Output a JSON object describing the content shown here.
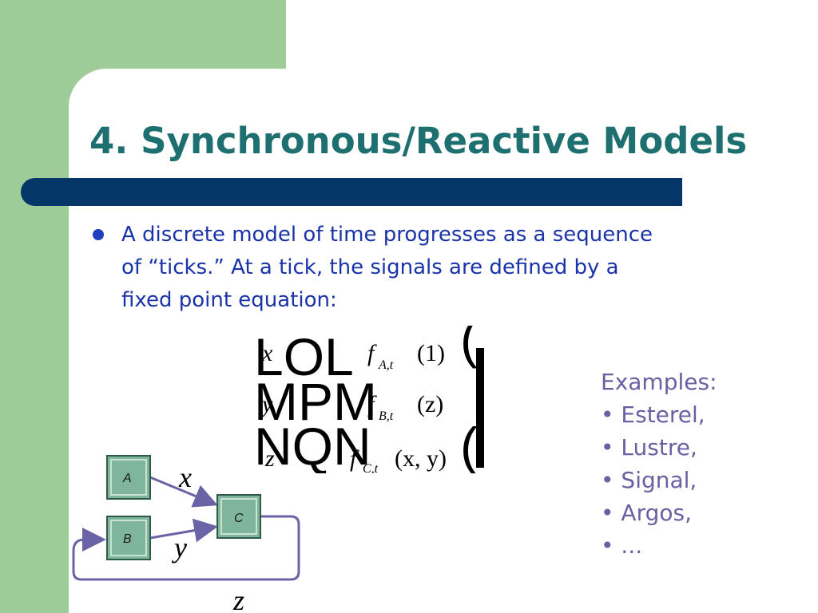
{
  "title": "4. Synchronous/Reactive Models",
  "bullet": "A discrete model of time progresses as a sequence of “ticks.” At a tick, the signals are defined by a fixed point equation:",
  "examples": {
    "heading": "Examples:",
    "items": [
      "Esterel,",
      "Lustre,",
      "Signal,",
      "Argos,",
      "..."
    ]
  },
  "equation": {
    "lines": [
      {
        "lhs": "x",
        "fn": "f",
        "sub": "A,t",
        "arg": "(1)"
      },
      {
        "lhs": "y",
        "fn": "f",
        "sub": "B,t",
        "arg": "(z)"
      },
      {
        "lhs": "z",
        "fn": "f",
        "sub": "C,t",
        "arg": "(x, y)"
      }
    ]
  },
  "diagram": {
    "nodes": [
      "A",
      "B",
      "C"
    ],
    "signals": [
      "x",
      "y",
      "z"
    ]
  },
  "colors": {
    "sidebar": "#9dcc98",
    "title": "#1e7070",
    "bar": "#043768",
    "bullet_text": "#1a33a8",
    "examples_text": "#6a5fa3",
    "node_fill": "#7fb59a",
    "arrow": "#6a63a6"
  }
}
